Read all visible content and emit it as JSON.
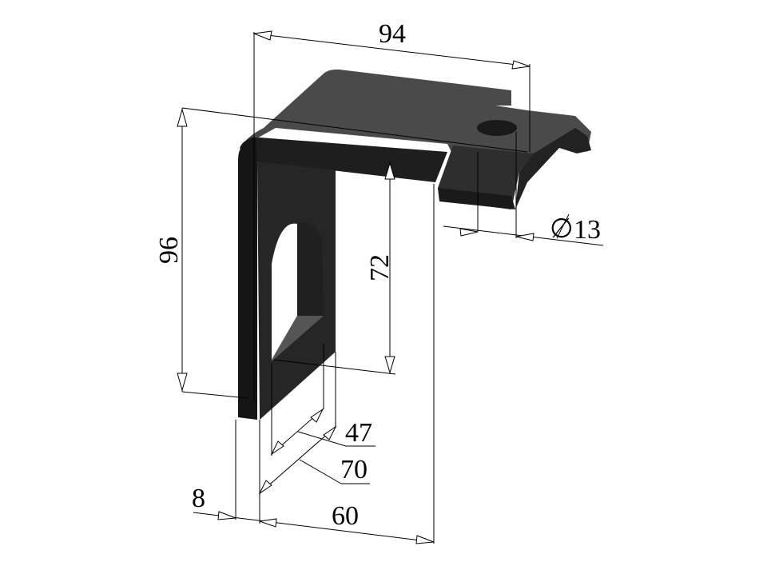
{
  "drawing": {
    "type": "isometric technical drawing",
    "subject": "L-shaped mounting bracket with slotted vertical plate and hook tab with hole",
    "colors": {
      "background": "#ffffff",
      "part_dark": "#1c1c1c",
      "part_mid": "#2a2a2a",
      "part_top": "#4a4a4a",
      "part_light": "#5a5a5a",
      "lines": "#000000"
    },
    "dimensions": {
      "top_length": "94",
      "overall_height": "96",
      "inner_height": "72",
      "hole_diameter_symbol": "∅",
      "hole_diameter": "13",
      "slot_width": "47",
      "plate_width": "70",
      "thickness": "8",
      "depth": "60"
    }
  }
}
